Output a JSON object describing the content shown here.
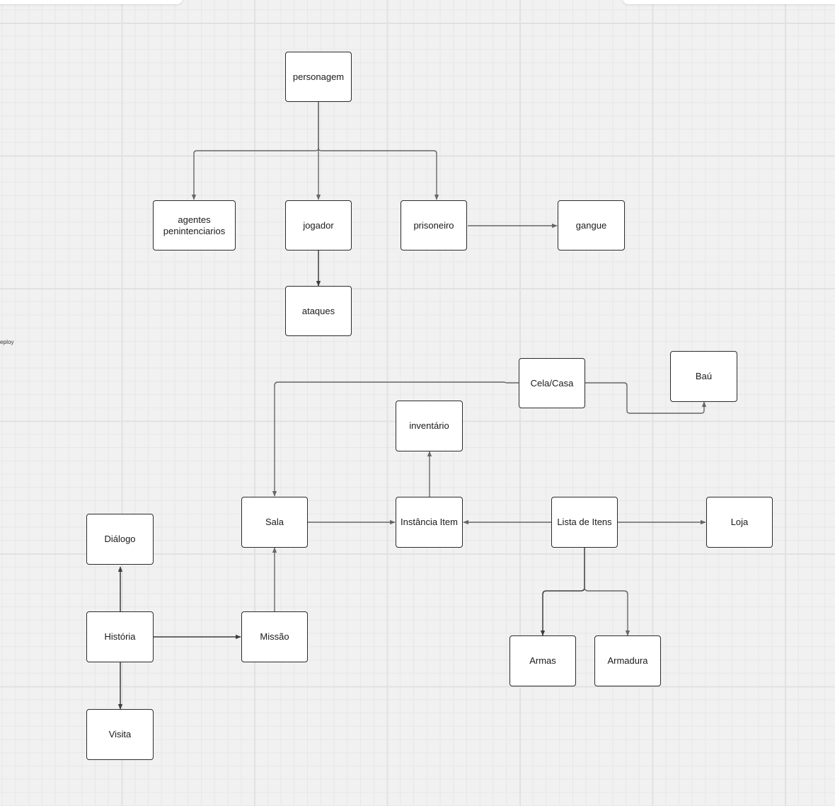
{
  "canvas": {
    "edge_label": "eploy"
  },
  "nodes": {
    "personagem": "personagem",
    "agentes": "agentes penintenciarios",
    "jogador": "jogador",
    "prisoneiro": "prisoneiro",
    "gangue": "gangue",
    "ataques": "ataques",
    "cela": "Cela/Casa",
    "bau": "Baú",
    "inventario": "inventário",
    "sala": "Sala",
    "instancia": "Instância Item",
    "lista": "Lista de Itens",
    "loja": "Loja",
    "dialogo": "Diálogo",
    "historia": "História",
    "missao": "Missão",
    "visita": "Visita",
    "armas": "Armas",
    "armadura": "Armadura"
  },
  "colors": {
    "background": "#f1f1f1",
    "grid_major": "#e1e1e1",
    "grid_minor": "#e7e7e7",
    "node_fill": "#ffffff",
    "node_border": "#2b2b2b",
    "edge": "#666666"
  }
}
